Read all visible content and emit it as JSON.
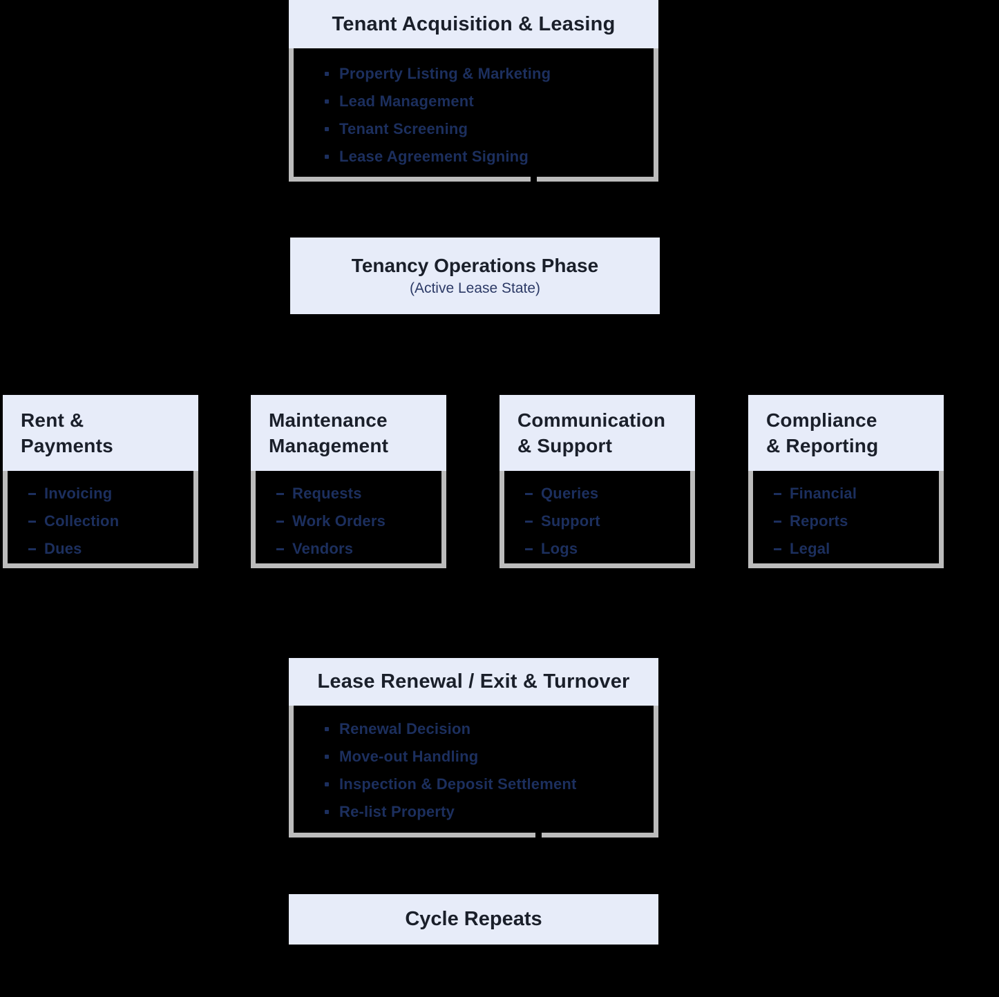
{
  "colors": {
    "background": "#000000",
    "node_header_bg": "#e7ecf9",
    "node_header_text": "#1a1f2a",
    "list_text": "#1c2f5e",
    "subtitle_text": "#2c3a66",
    "body_border": "#bcbcbc"
  },
  "nodes": {
    "tenant_acquisition": {
      "title": "Tenant Acquisition & Leasing",
      "items": [
        "Property Listing & Marketing",
        "Lead Management",
        "Tenant Screening",
        "Lease Agreement Signing"
      ]
    },
    "tenancy_operations": {
      "title": "Tenancy Operations Phase",
      "subtitle": "(Active Lease State)"
    },
    "rent_payments": {
      "title_line1": "Rent &",
      "title_line2": "Payments",
      "items": [
        "Invoicing",
        "Collection",
        "Dues"
      ]
    },
    "maintenance_management": {
      "title_line1": "Maintenance",
      "title_line2": "Management",
      "items": [
        "Requests",
        "Work Orders",
        "Vendors"
      ]
    },
    "communication_support": {
      "title_line1": "Communication",
      "title_line2": "& Support",
      "items": [
        "Queries",
        "Support",
        "Logs"
      ]
    },
    "compliance_reporting": {
      "title_line1": "Compliance",
      "title_line2": "& Reporting",
      "items": [
        "Financial",
        "Reports",
        "Legal"
      ]
    },
    "lease_renewal": {
      "title": "Lease Renewal / Exit & Turnover",
      "items": [
        "Renewal Decision",
        "Move-out Handling",
        "Inspection & Deposit Settlement",
        "Re-list Property"
      ]
    },
    "cycle_repeats": {
      "title": "Cycle Repeats"
    }
  }
}
